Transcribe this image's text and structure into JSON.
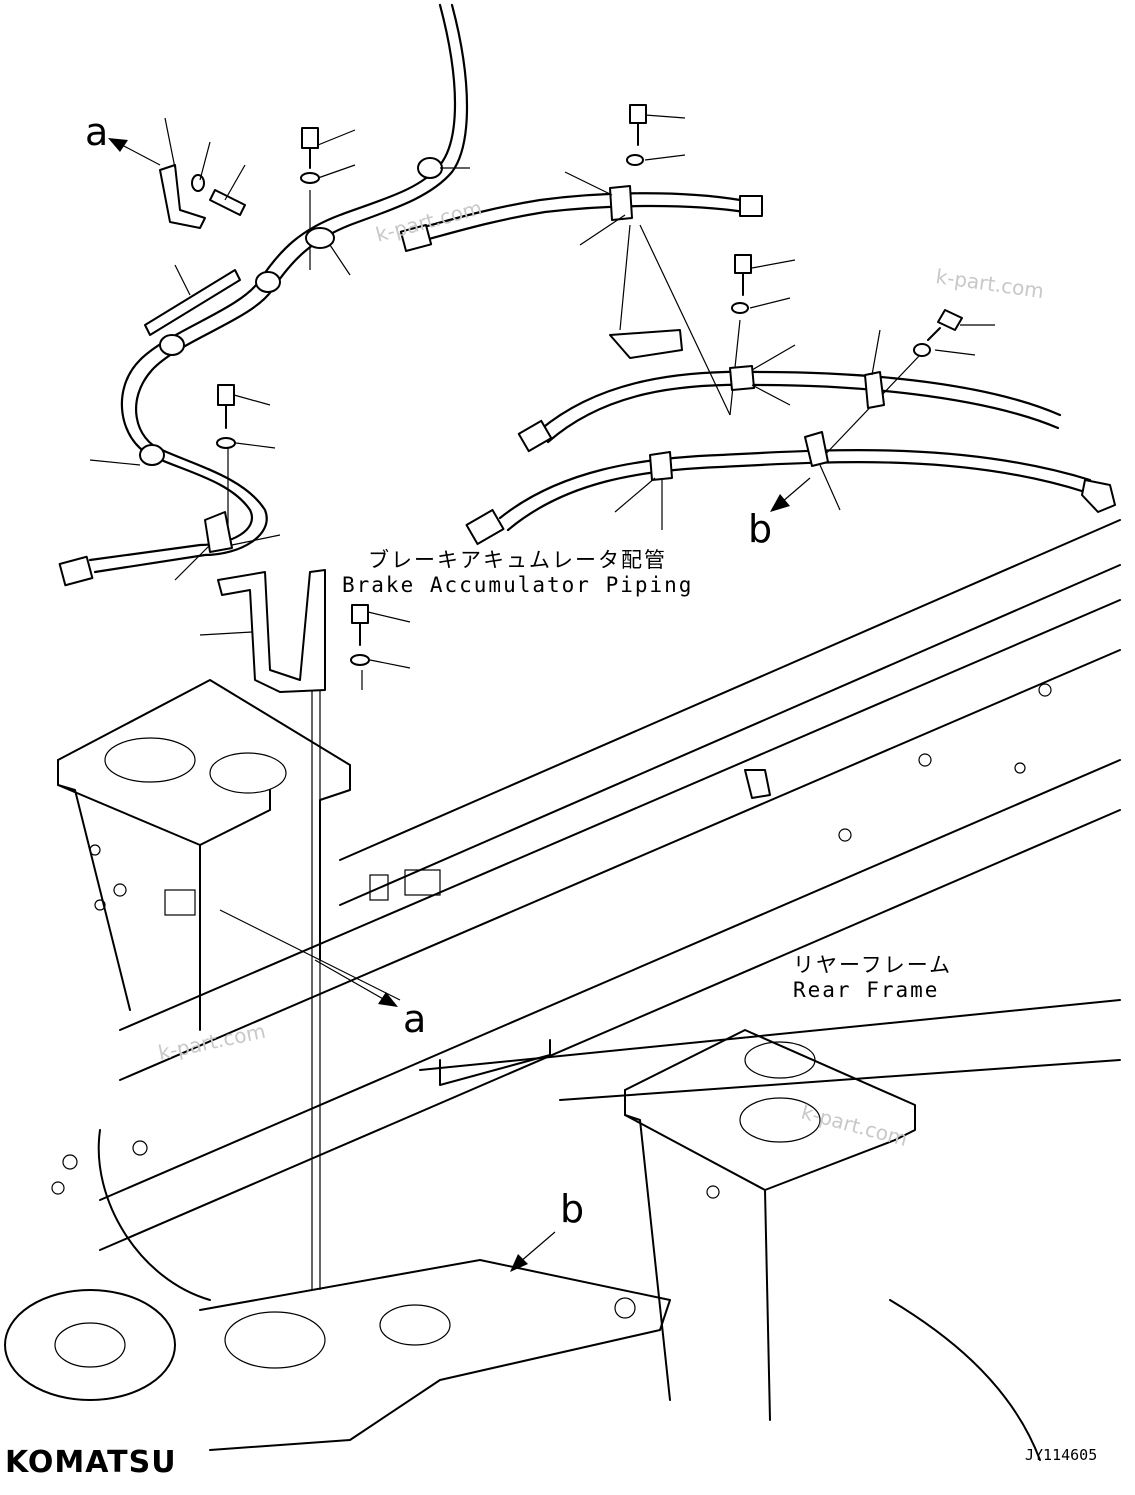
{
  "labels": {
    "brake_jp": "ブレーキアキュムレータ配管",
    "brake_en": "Brake Accumulator Piping",
    "rear_jp": "リヤーフレーム",
    "rear_en": "Rear Frame"
  },
  "refs": {
    "a_top": "a",
    "a_bottom": "a",
    "b_mid": "b",
    "b_bottom": "b"
  },
  "watermarks": [
    "k-part.com",
    "k-part.com",
    "k-part.com",
    "k-part.com"
  ],
  "brand": {
    "logo": "KOMATSU"
  },
  "drawing_code": "JY114605"
}
